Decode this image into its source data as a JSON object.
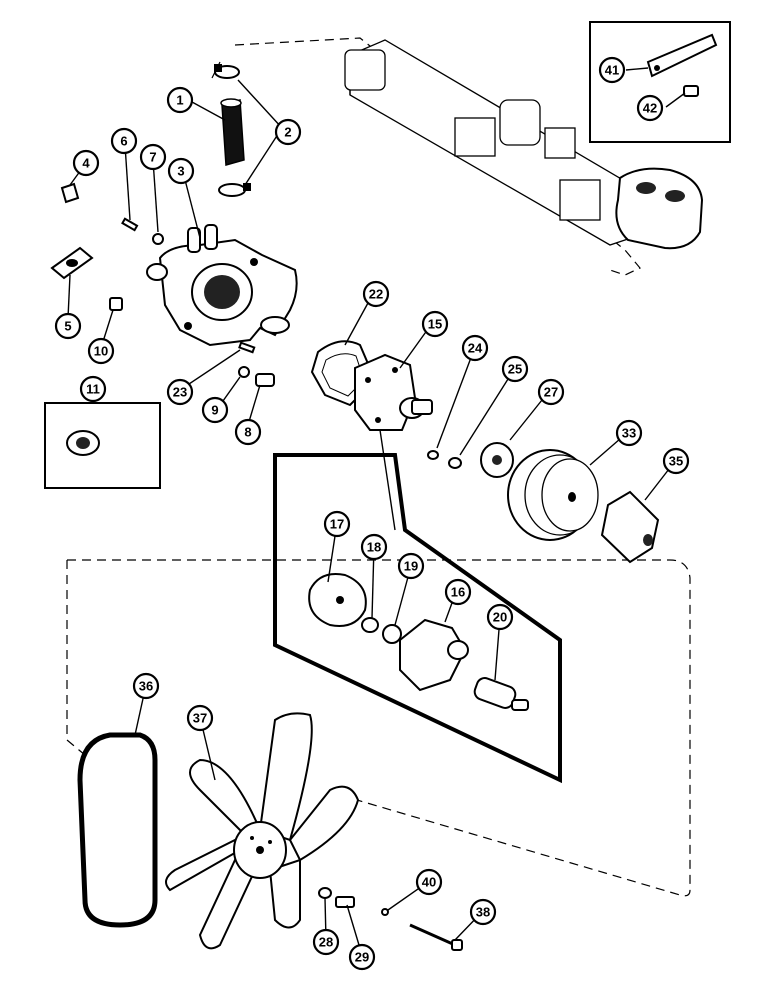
{
  "diagram": {
    "callouts": [
      {
        "num": "1"
      },
      {
        "num": "2"
      },
      {
        "num": "3"
      },
      {
        "num": "4"
      },
      {
        "num": "5"
      },
      {
        "num": "6"
      },
      {
        "num": "7"
      },
      {
        "num": "8"
      },
      {
        "num": "9"
      },
      {
        "num": "10"
      },
      {
        "num": "11"
      },
      {
        "num": "15"
      },
      {
        "num": "16"
      },
      {
        "num": "17"
      },
      {
        "num": "18"
      },
      {
        "num": "19"
      },
      {
        "num": "20"
      },
      {
        "num": "22"
      },
      {
        "num": "23"
      },
      {
        "num": "24"
      },
      {
        "num": "25"
      },
      {
        "num": "27"
      },
      {
        "num": "28"
      },
      {
        "num": "29"
      },
      {
        "num": "33"
      },
      {
        "num": "35"
      },
      {
        "num": "36"
      },
      {
        "num": "37"
      },
      {
        "num": "38"
      },
      {
        "num": "40"
      },
      {
        "num": "41"
      },
      {
        "num": "42"
      }
    ]
  }
}
